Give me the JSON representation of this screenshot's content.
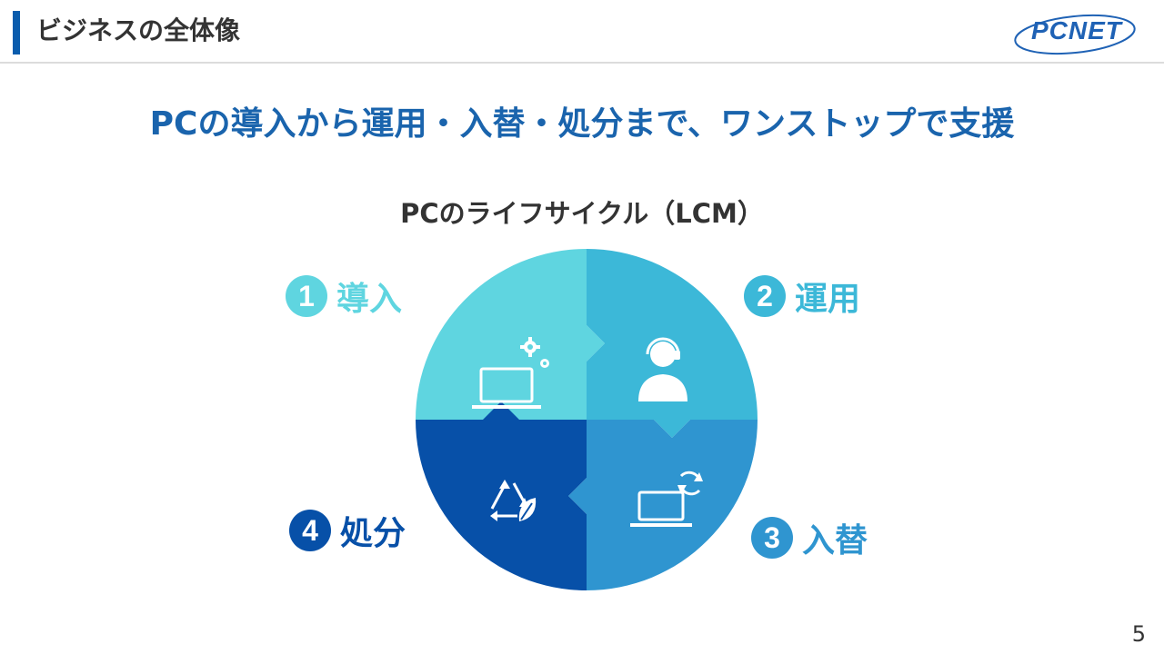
{
  "header": {
    "title": "ビジネスの全体像",
    "logo_text": "PCNET"
  },
  "main_title": "PCの導入から運用・入替・処分まで、ワンストップで支援",
  "subtitle": "PCのライフサイクル（LCM）",
  "stages": [
    {
      "number": "1",
      "label": "導入",
      "color": "#5fd5e0",
      "icon": "laptop-gears-icon"
    },
    {
      "number": "2",
      "label": "運用",
      "color": "#3cb8d8",
      "icon": "support-agent-icon"
    },
    {
      "number": "3",
      "label": "入替",
      "color": "#2f95d0",
      "icon": "laptop-refresh-icon"
    },
    {
      "number": "4",
      "label": "処分",
      "color": "#0750a8",
      "icon": "recycle-leaf-icon"
    }
  ],
  "page_number": "5"
}
